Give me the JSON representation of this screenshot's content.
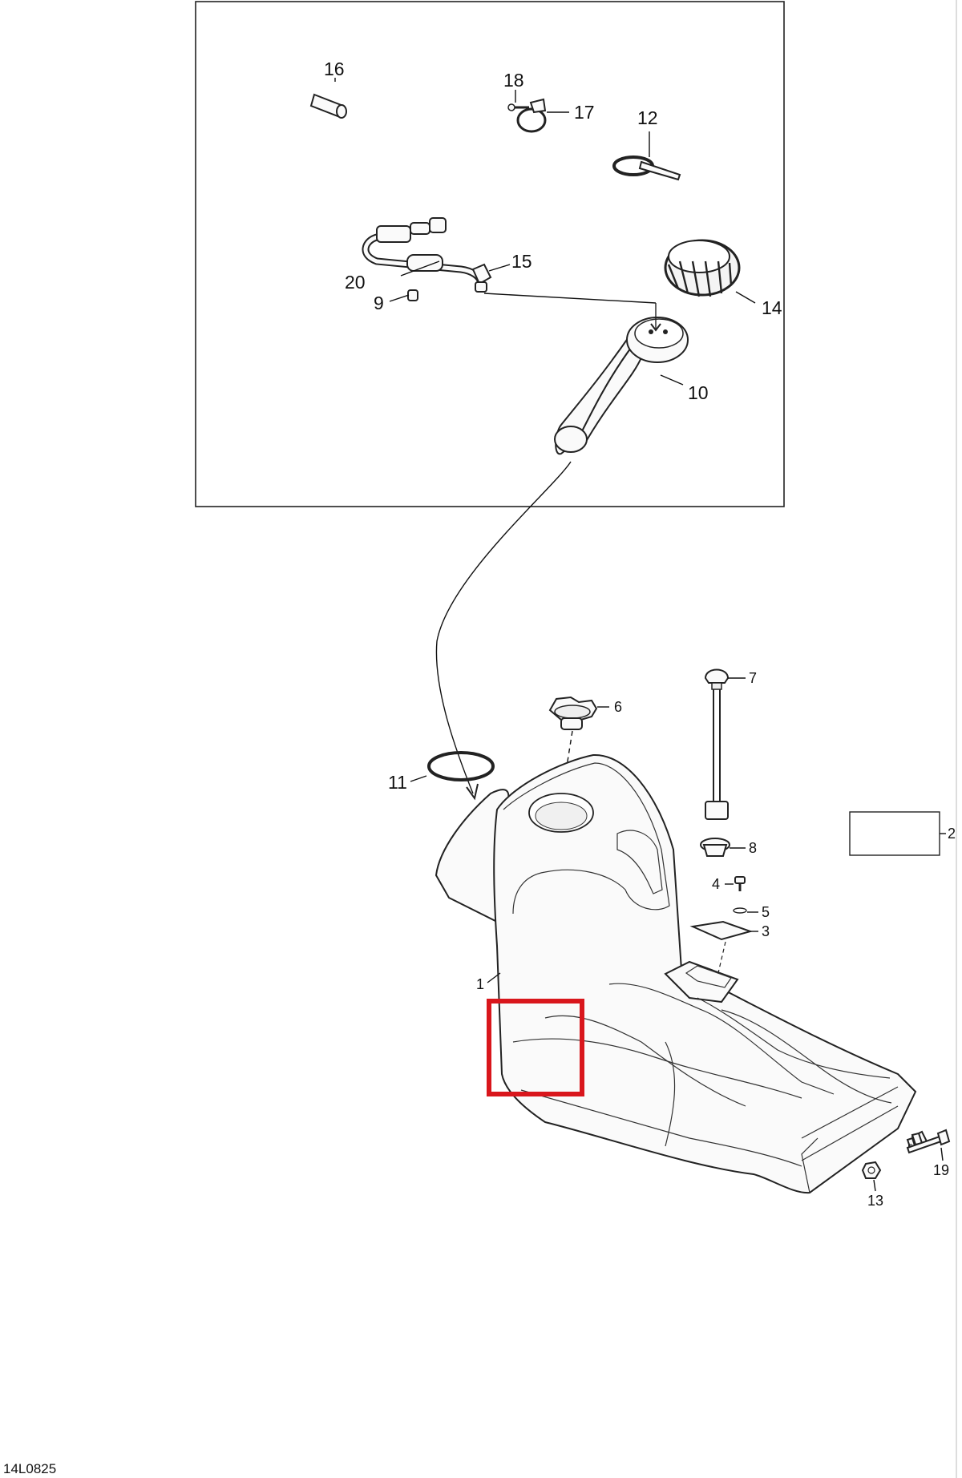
{
  "diagram": {
    "reference_code": "14L0825",
    "highlight_color": "#d9161c",
    "callouts": {
      "c1": "1",
      "c2": "2",
      "c3": "3",
      "c4": "4",
      "c5": "5",
      "c6": "6",
      "c7": "7",
      "c8": "8",
      "c9": "9",
      "c10": "10",
      "c11": "11",
      "c12": "12",
      "c13": "13",
      "c14": "14",
      "c15": "15",
      "c16": "16",
      "c17": "17",
      "c18": "18",
      "c19": "19",
      "c20": "20"
    }
  }
}
